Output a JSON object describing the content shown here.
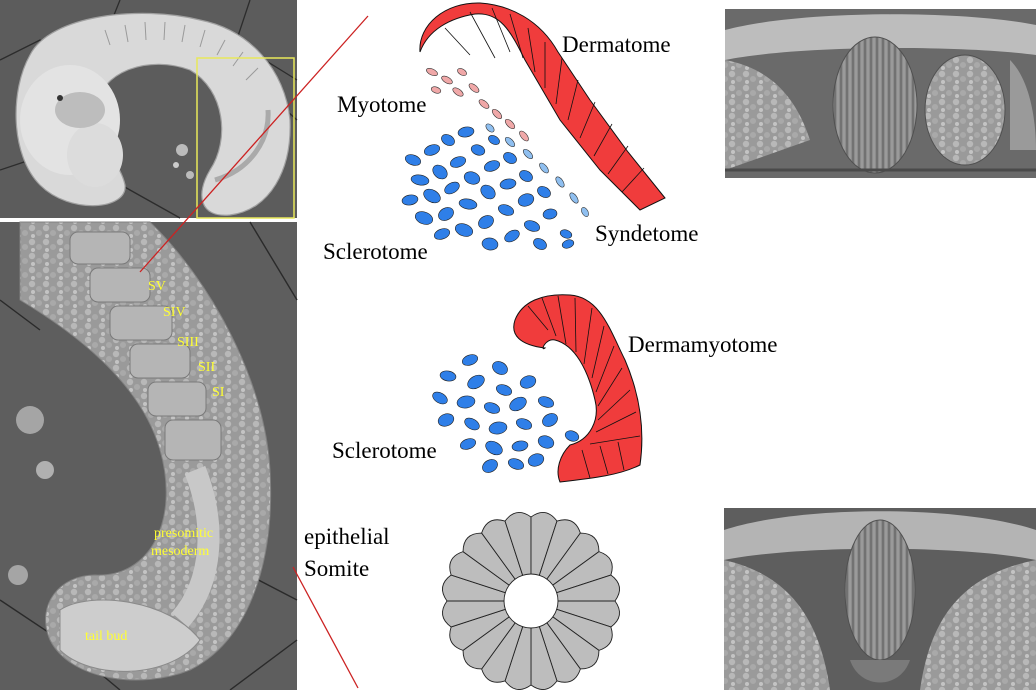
{
  "labels": {
    "dermatome": "Dermatome",
    "myotome": "Myotome",
    "sclerotome_top": "Sclerotome",
    "syndetome": "Syndetome",
    "dermamyotome": "Dermamyotome",
    "sclerotome_mid": "Sclerotome",
    "epithelial_line1": "epithelial",
    "epithelial_line2": "Somite"
  },
  "embryo_labels": {
    "sv": "SV",
    "siv": "SIV",
    "siii": "SIII",
    "sii": "SII",
    "si": "SI",
    "psm_line1": "presomitic",
    "psm_line2": "mesoderm",
    "tail_bud": "tail bud"
  },
  "colors": {
    "dermatome": "#f03c3c",
    "myotome": "#f0a8a8",
    "sclerotome": "#2f7fe8",
    "syndetome": "#8fbff0",
    "somite": "#bdbdbd",
    "sem_bg": "#6e6e6e",
    "yellow_box": "#e8e85a",
    "connector": "#cc2222",
    "sem_text": "#ffff33"
  }
}
